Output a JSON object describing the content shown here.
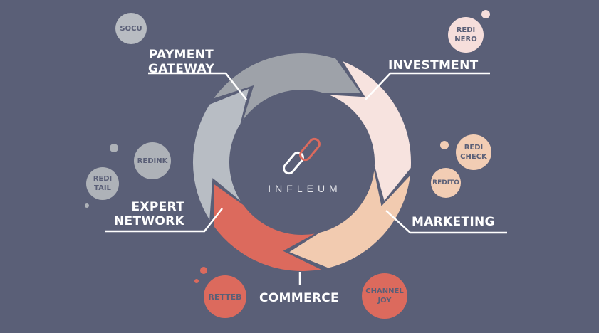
{
  "brand": {
    "name": "INFLEUM"
  },
  "segments": [
    {
      "id": "investment",
      "label": "INVESTMENT",
      "color": "#f7e3df"
    },
    {
      "id": "marketing",
      "label": "MARKETING",
      "color": "#f2cbb0"
    },
    {
      "id": "commerce",
      "label": "COMMERCE",
      "color": "#dc6a5d"
    },
    {
      "id": "expert-network",
      "label_line1": "EXPERT",
      "label_line2": "NETWORK",
      "color": "#b8bdc4"
    },
    {
      "id": "payment-gateway",
      "label_line1": "PAYMENT",
      "label_line2": "GATEWAY",
      "color": "#9ea2a9"
    }
  ],
  "bubbles": [
    {
      "id": "socu",
      "line1": "SOCU",
      "line2": "",
      "color": "#b8bcc2"
    },
    {
      "id": "redi-nero",
      "line1": "REDI",
      "line2": "NERO",
      "color": "#f6dedb"
    },
    {
      "id": "redi-check",
      "line1": "REDI",
      "line2": "CHECK",
      "color": "#f2cdb4"
    },
    {
      "id": "redito",
      "line1": "REDITO",
      "line2": "",
      "color": "#f2cdb4"
    },
    {
      "id": "redink",
      "line1": "REDINK",
      "line2": "",
      "color": "#aeb2b8"
    },
    {
      "id": "redi-tail",
      "line1": "REDI",
      "line2": "TAIL",
      "color": "#aeb2b8"
    },
    {
      "id": "retteb",
      "line1": "RETTEB",
      "line2": "",
      "color": "#dc6a5d"
    },
    {
      "id": "channel-joy",
      "line1": "CHANNEL",
      "line2": "JOY",
      "color": "#dc6a5d"
    }
  ],
  "colors": {
    "background": "#5a5f77",
    "label": "#ffffff",
    "connector": "#ffffff",
    "icon_light": "#ffffff",
    "icon_accent": "#dc6a5d"
  }
}
